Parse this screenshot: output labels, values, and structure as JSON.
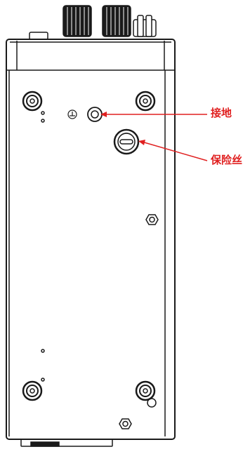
{
  "callouts": [
    {
      "id": "ground",
      "text": "接地",
      "target": "ground-terminal"
    },
    {
      "id": "fuse",
      "text": "保险丝",
      "target": "fuse-holder"
    }
  ],
  "colors": {
    "callout": "#e02020",
    "outline": "#1a1a1a",
    "background": "#ffffff"
  },
  "icons": {
    "ground_symbol": "earth-ground-icon"
  }
}
